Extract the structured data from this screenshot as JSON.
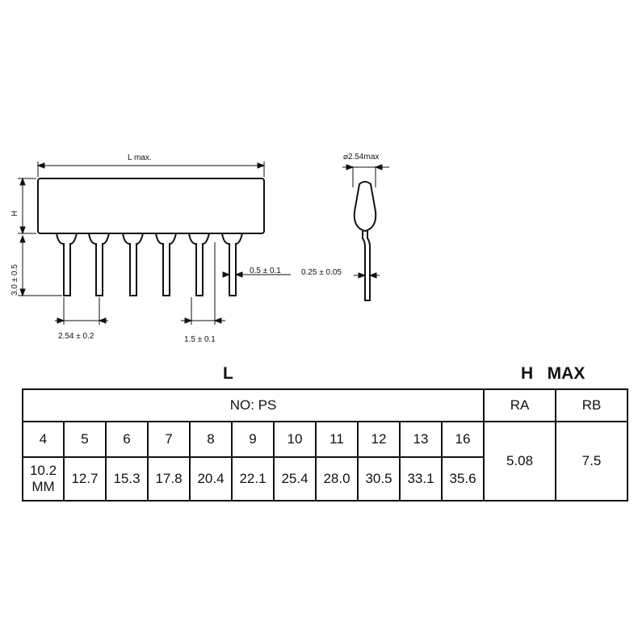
{
  "drawing": {
    "labels": {
      "l_max": "L max.",
      "h": "H",
      "lead_length": "3.0 ± 0.5",
      "lead_width": "0.5 ± 0.1",
      "pitch": "2.54 ± 0.2",
      "shoulder": "1.5 ± 0.1",
      "body_thickness": "⌀2.54max",
      "lead_thickness": "0.25 ± 0.05"
    }
  },
  "table": {
    "l_header": "L",
    "h_max_header": "H   MAX",
    "no_ps_label": "NO: PS",
    "ra_label": "RA",
    "rb_label": "RB",
    "pins": [
      "4",
      "5",
      "6",
      "7",
      "8",
      "9",
      "10",
      "11",
      "12",
      "13",
      "16"
    ],
    "first_length": "10.2",
    "first_length_unit": "MM",
    "lengths": [
      "12.7",
      "15.3",
      "17.8",
      "20.4",
      "22.1",
      "25.4",
      "28.0",
      "30.5",
      "33.1",
      "35.6"
    ],
    "ra_value": "5.08",
    "rb_value": "7.5"
  }
}
